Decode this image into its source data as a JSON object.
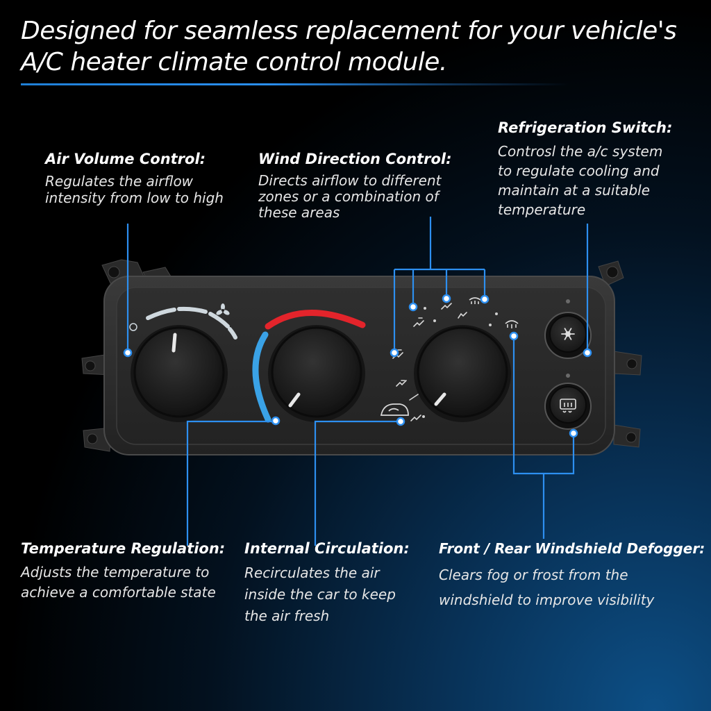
{
  "headline": {
    "line1": "Designed for seamless replacement for your vehicle's",
    "line2": "A/C heater climate control module."
  },
  "callouts": {
    "air_volume": {
      "title": "Air Volume Control:",
      "desc": [
        "Regulates the airflow",
        "intensity from low to high"
      ]
    },
    "wind_direction": {
      "title": "Wind Direction Control:",
      "desc": [
        "Directs airflow to different",
        "zones or a combination of",
        "these areas"
      ]
    },
    "refrigeration": {
      "title": "Refrigeration Switch:",
      "desc": [
        "Controsl the a/c system",
        "to regulate cooling and",
        "maintain at a suitable",
        "temperature"
      ]
    },
    "temperature": {
      "title": "Temperature Regulation:",
      "desc": [
        "Adjusts the temperature to",
        "achieve a comfortable state"
      ]
    },
    "circulation": {
      "title": "Internal Circulation:",
      "desc": [
        "Recirculates the air",
        "inside the car to keep",
        "the air fresh"
      ]
    },
    "defogger": {
      "title": "Front / Rear Windshield Defogger:",
      "desc": [
        "Clears fog or frost from the",
        "windshield to improve visibility"
      ]
    }
  },
  "colors": {
    "accent_blue": "#2d8ff0",
    "heat_red": "#e3242b",
    "cool_blue": "#3aa2e6",
    "panel": "#2b2b2b"
  },
  "icons": [
    "fan-icon",
    "snowflake-icon",
    "rear-defrost-icon",
    "front-defrost-icon",
    "recirculation-icon",
    "vent-mode-icon"
  ]
}
